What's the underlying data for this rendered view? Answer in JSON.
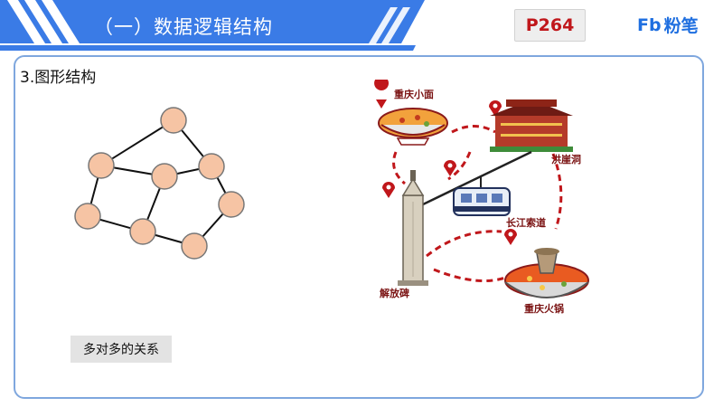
{
  "header": {
    "title": "（一）数据逻辑结构",
    "page_ref": "P264",
    "brand_mark": "Fb",
    "brand_name": "粉笔"
  },
  "section": {
    "title": "3.图形结构",
    "note": "多对多的关系"
  },
  "map": {
    "places": {
      "noodles": "重庆小面",
      "hongyadong": "洪崖洞",
      "cableway": "长江索道",
      "monument": "解放碑",
      "hotpot": "重庆火锅"
    }
  },
  "colors": {
    "header_blue": "#3a7be6",
    "frame_border": "#7fa7de",
    "page_ref": "#c0171b",
    "node_fill": "#f6c4a4",
    "route_red": "#c0171b"
  }
}
